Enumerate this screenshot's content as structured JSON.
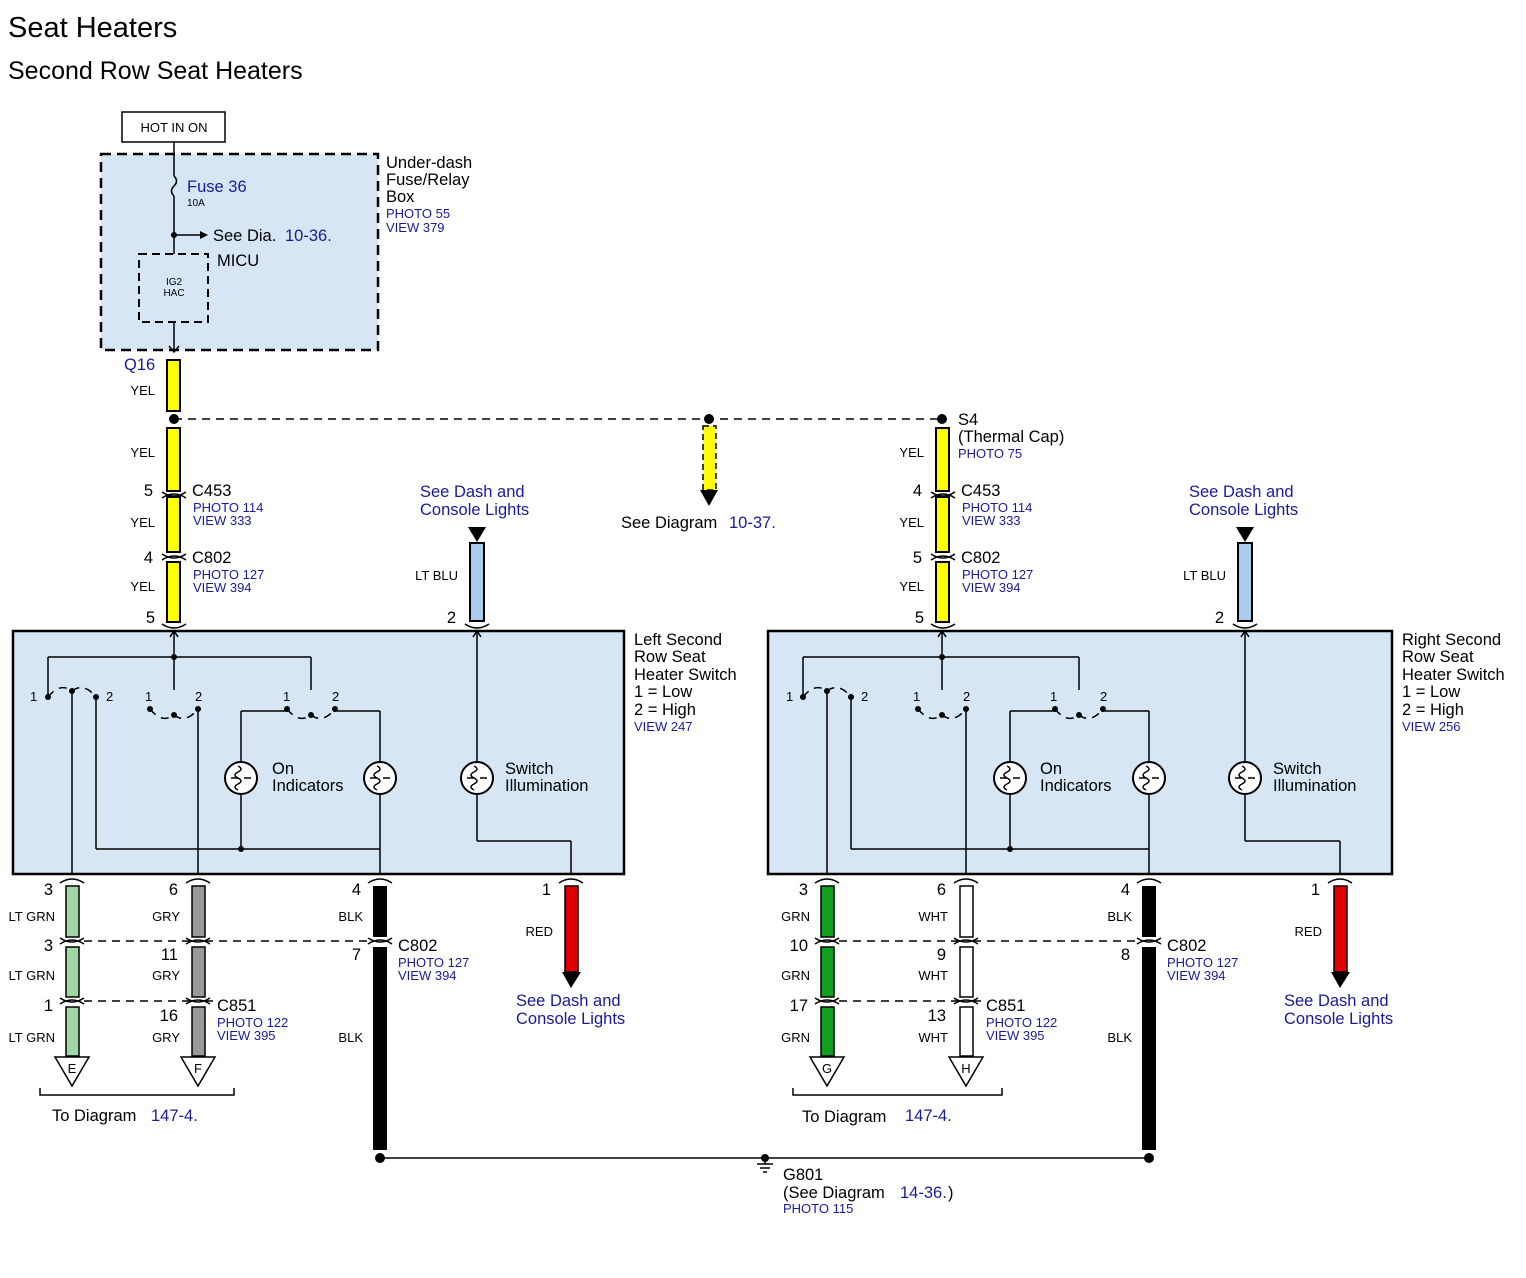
{
  "title": "Seat Heaters",
  "subtitle": "Second Row Seat Heaters",
  "power_source": "HOT IN ON",
  "fuse_box": {
    "name_lines": [
      "Under-dash",
      "Fuse/Relay",
      "Box"
    ],
    "photo": "PHOTO 55",
    "view": "VIEW 379",
    "fuse_label": "Fuse 36",
    "fuse_rating": "10A",
    "see_dia_prefix": "See Dia.",
    "see_dia_ref": "10-36.",
    "micu": "MICU",
    "relay_lines": [
      "IG2",
      "HAC"
    ],
    "terminal": "Q16"
  },
  "splice": {
    "name": "S4",
    "detail": "(Thermal Cap)",
    "photo": "PHOTO 75",
    "see_diagram_prefix": "See Diagram",
    "see_diagram_ref": "10-37."
  },
  "wire_colors": {
    "yel": "YEL",
    "lt_blu": "LT BLU",
    "lt_grn": "LT GRN",
    "gry": "GRY",
    "blk": "BLK",
    "red": "RED",
    "grn": "GRN",
    "wht": "WHT"
  },
  "connectors": {
    "c453": "C453",
    "c453_photo": "PHOTO 114",
    "c453_view": "VIEW 333",
    "c802": "C802",
    "c802_photo": "PHOTO 127",
    "c802_view": "VIEW 394",
    "c851": "C851",
    "c851_photo": "PHOTO 122",
    "c851_view": "VIEW 395"
  },
  "dash_lights": [
    "See Dash and",
    "Console Lights"
  ],
  "left_switch": {
    "name_lines": [
      "Left Second",
      "Row Seat",
      "Heater Switch",
      "1 = Low",
      "2 = High"
    ],
    "view": "VIEW 247",
    "indicators": [
      "On",
      "Indicators"
    ],
    "illumination": [
      "Switch",
      "Illumination"
    ],
    "pins": {
      "c453": "5",
      "c802_top": "4",
      "feed": "5",
      "illum": "2",
      "p3": "3",
      "p6": "6",
      "p4": "4",
      "p1": "1",
      "c802_a": "3",
      "c802_b": "11",
      "c802_c": "7",
      "c851_a": "1",
      "c851_b": "16"
    },
    "refs": [
      "E",
      "F"
    ],
    "to_diagram_prefix": "To Diagram",
    "to_diagram_ref": "147-4."
  },
  "right_switch": {
    "name_lines": [
      "Right Second",
      "Row Seat",
      "Heater Switch",
      "1 = Low",
      "2 = High"
    ],
    "view": "VIEW 256",
    "indicators": [
      "On",
      "Indicators"
    ],
    "illumination": [
      "Switch",
      "Illumination"
    ],
    "pins": {
      "c453": "4",
      "c802_top": "5",
      "feed": "5",
      "illum": "2",
      "p3": "3",
      "p6": "6",
      "p4": "4",
      "p1": "1",
      "c802_a": "10",
      "c802_b": "9",
      "c802_c": "8",
      "c851_a": "17",
      "c851_b": "13"
    },
    "refs": [
      "G",
      "H"
    ],
    "to_diagram_prefix": "To Diagram",
    "to_diagram_ref": "147-4."
  },
  "switch_contacts": {
    "low": "1",
    "high": "2"
  },
  "ground": {
    "name": "G801",
    "see_prefix": "(See Diagram",
    "see_ref": "14-36.",
    "see_suffix": ")",
    "photo": "PHOTO 115"
  },
  "colors": {
    "yellow": "#ffff00",
    "lt_blue": "#a9cdef",
    "lt_green": "#9fd7a5",
    "gray": "#9a9a9a",
    "black": "#000000",
    "red": "#e00000",
    "green": "#10a020",
    "white": "#ffffff",
    "box_fill": "#d6e6f5",
    "link": "#1a1a99"
  }
}
